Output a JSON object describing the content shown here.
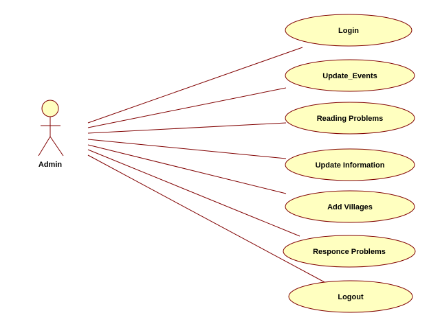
{
  "diagram": {
    "actor": {
      "name": "Admin"
    },
    "use_cases": [
      {
        "label": "Login"
      },
      {
        "label": "Update_Events"
      },
      {
        "label": "Reading Problems"
      },
      {
        "label": "Update Information"
      },
      {
        "label": "Add Villages"
      },
      {
        "label": "Responce Problems"
      },
      {
        "label": "Logout"
      }
    ],
    "colors": {
      "ellipse_fill": "#FFFFC0",
      "ellipse_stroke": "#800000",
      "association_line": "#800000",
      "actor_stroke": "#800000",
      "actor_head_fill": "#FFFFC0",
      "text": "#000000"
    }
  }
}
